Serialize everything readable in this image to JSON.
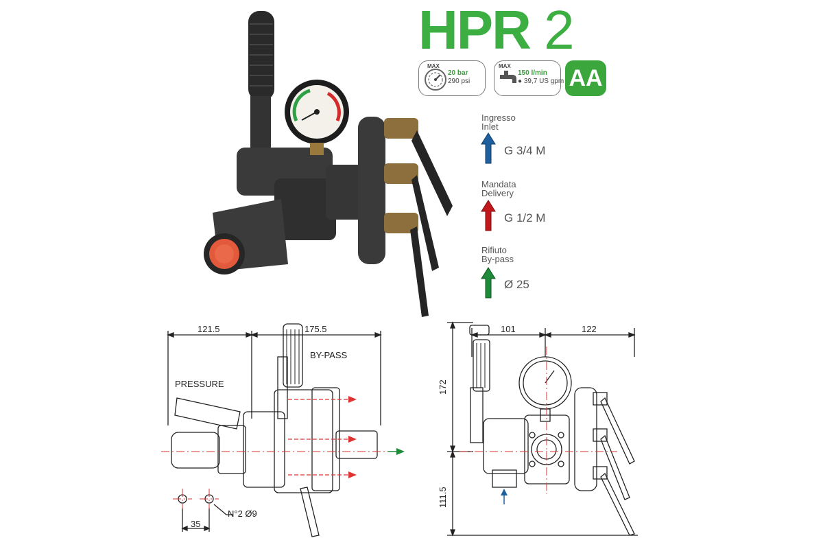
{
  "header": {
    "product_name": "HPR",
    "product_number": "2"
  },
  "specs": {
    "pressure": {
      "max_label": "MAX",
      "bar": "20 bar",
      "psi": "290 psi"
    },
    "flow": {
      "max_label": "MAX",
      "lpm": "150 l/min",
      "gpm": "39,7 US gpm"
    },
    "class_badge": "AA"
  },
  "ports": [
    {
      "label_it": "Ingresso",
      "label_en": "Inlet",
      "value": "G 3/4 M",
      "color": "#1f5f9e"
    },
    {
      "label_it": "Mandata",
      "label_en": "Delivery",
      "value": "G 1/2 M",
      "color": "#c2181b"
    },
    {
      "label_it": "Rifiuto",
      "label_en": "By-pass",
      "value": "Ø 25",
      "color": "#1e8a3a"
    }
  ],
  "drawing_left": {
    "dim_left": "121.5",
    "dim_right": "175.5",
    "label_bypass": "BY-PASS",
    "label_pressure": "PRESSURE",
    "hole_spacing": "35",
    "hole_note": "N°2 Ø9"
  },
  "drawing_right": {
    "dim_top_left": "101",
    "dim_top_right": "122",
    "dim_vertical_top": "172",
    "dim_vertical_bottom": "111.5"
  },
  "colors": {
    "brand_green": "#3cae42",
    "inlet_blue": "#1f5f9e",
    "delivery_red": "#c2181b",
    "bypass_green": "#1e8a3a"
  }
}
